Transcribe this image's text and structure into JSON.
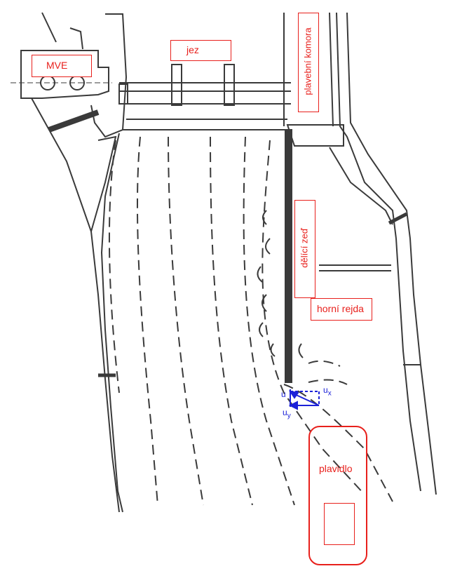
{
  "labels": {
    "mve": "MVE",
    "jez": "jez",
    "plavebni_komora": "plavební komora",
    "delici_zed": "dělící zeď",
    "horni_rejda": "horní rejda",
    "plavidlo": "plavidlo"
  },
  "vectors": {
    "u": "u",
    "ux": "u",
    "ux_sub": "x",
    "uy": "u",
    "uy_sub": "y"
  },
  "colors": {
    "label_red": "#e8201c",
    "vector_blue": "#1c22d8",
    "ink": "#3a3a3a"
  }
}
